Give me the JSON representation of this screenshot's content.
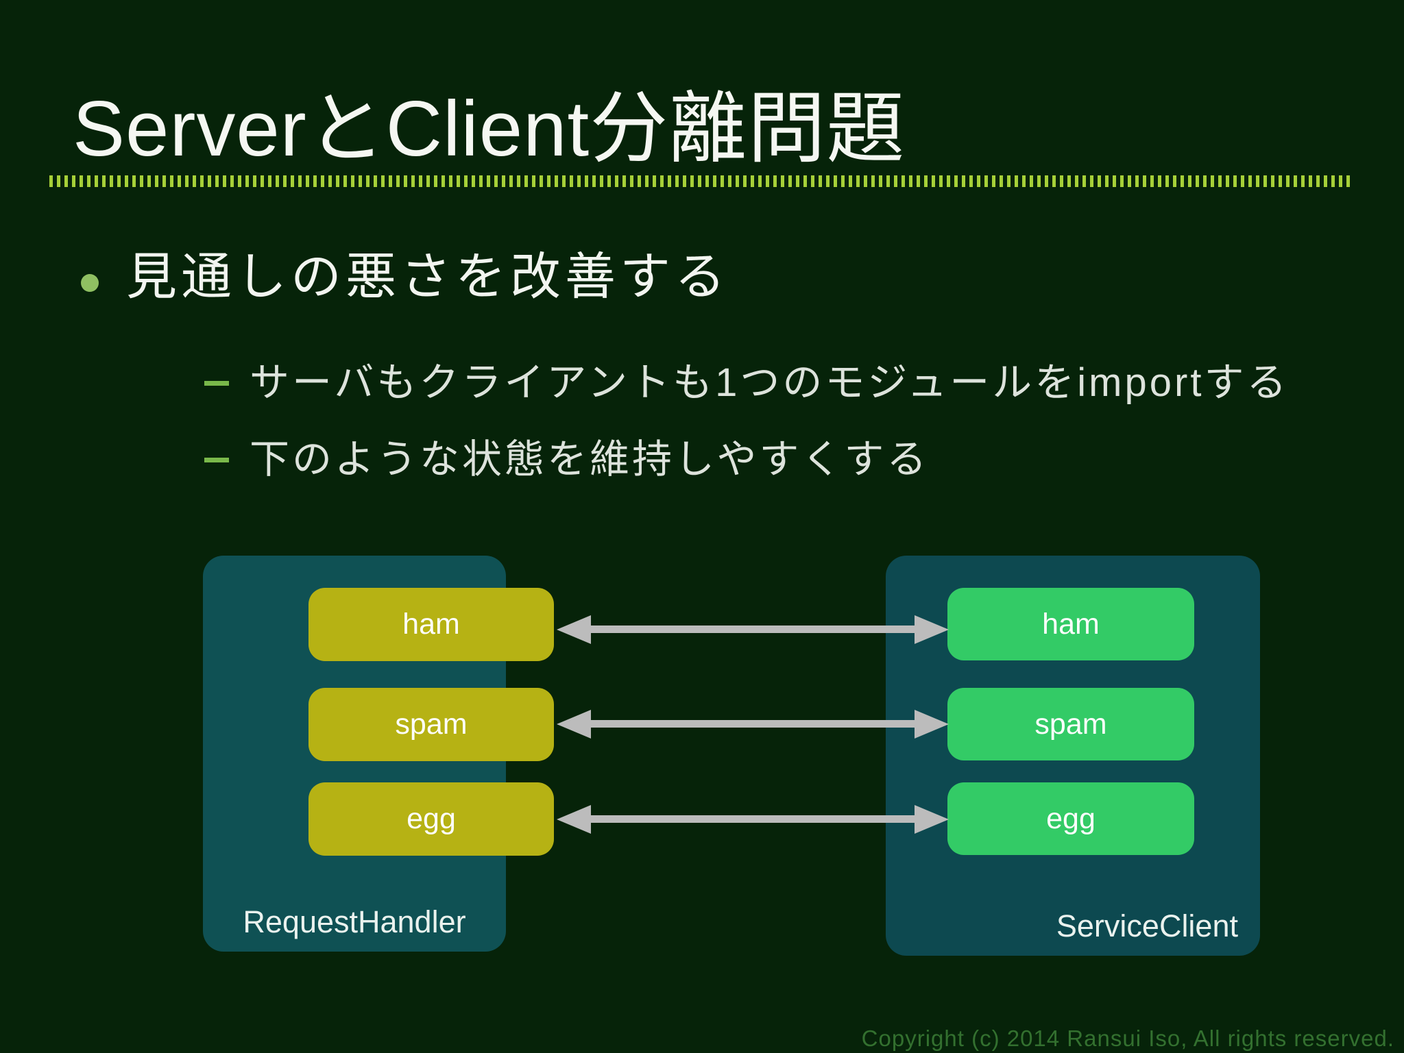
{
  "slide": {
    "title": "ServerとClient分離問題",
    "bullet": "見通しの悪さを改善する",
    "sub_bullets": [
      "サーバもクライアントも1つのモジュールをimportする",
      "下のような状態を維持しやすくする"
    ],
    "footer": "Copyright (c) 2014 Ransui Iso, All rights reserved."
  },
  "diagram": {
    "server": {
      "label": "RequestHandler",
      "modules": [
        "ham",
        "spam",
        "egg"
      ]
    },
    "client": {
      "label": "ServiceClient",
      "modules": [
        "ham",
        "spam",
        "egg"
      ]
    },
    "arrows": {
      "count": 3,
      "type": "bidirectional"
    }
  },
  "colors": {
    "background": "#062309",
    "title_text": "#f5f7f2",
    "title_rule": "#a6d038",
    "bullet_dot": "#8fc062",
    "dash_marker": "#79b84a",
    "body_text": "#dde3dc",
    "server_container": "#0f5154",
    "client_container": "#0d4950",
    "server_module": "#b6b214",
    "client_module": "#33cb66",
    "arrow": "#bcbcbc",
    "footer_text": "#33702f"
  }
}
